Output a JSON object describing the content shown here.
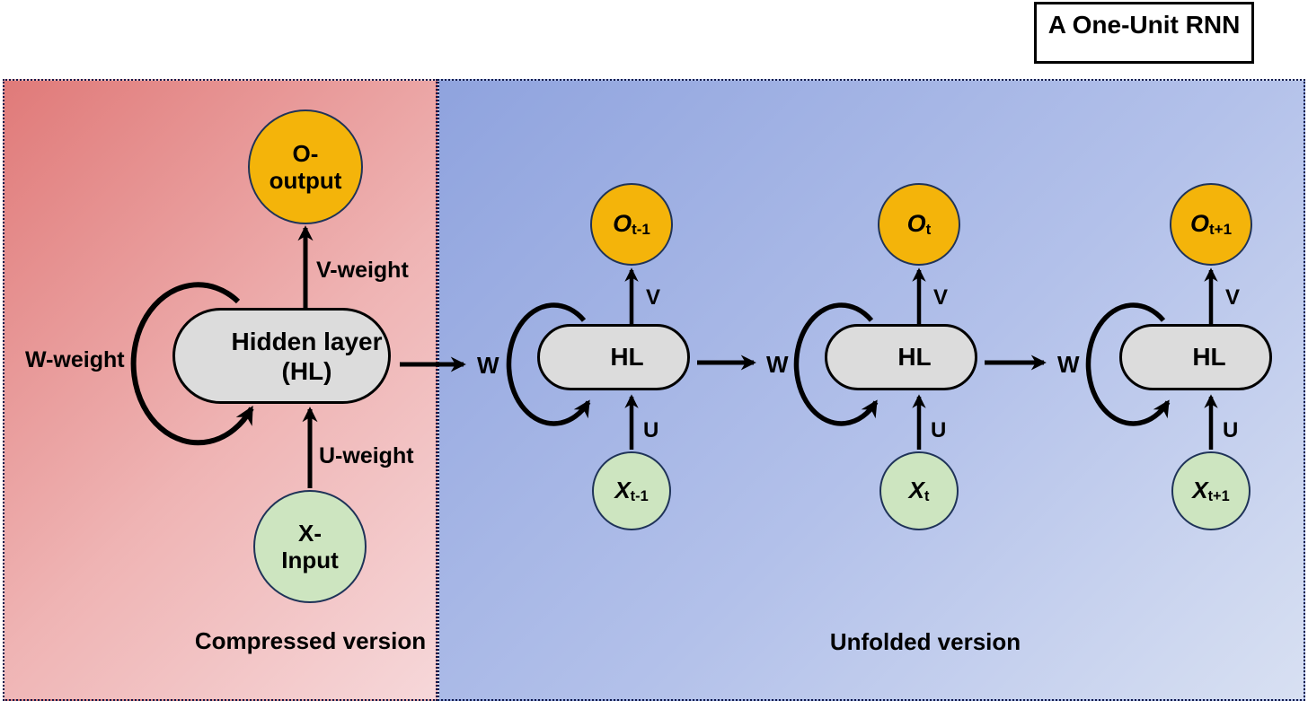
{
  "title": "A One-Unit RNN",
  "colors": {
    "orange": "#f4b40a",
    "green": "#cde5c0",
    "graybox": "#dcdcdc",
    "navy": "#1f3358",
    "dots": "#10194a",
    "pink-from": "#e07a79",
    "pink-to": "#f6d7d9",
    "blue-from": "#8fa3de",
    "blue-to": "#d8e0f2"
  },
  "panels": {
    "compressed": {
      "caption": "Compressed version",
      "output_node": {
        "line1": "O-",
        "line2": "output"
      },
      "hidden_node": {
        "line1": "Hidden layer",
        "line2": "(HL)"
      },
      "input_node": {
        "line1": "X-",
        "line2": "Input"
      },
      "v_label": "V-weight",
      "u_label": "U-weight",
      "w_label": "W-weight"
    },
    "unfolded": {
      "caption": "Unfolded version",
      "w_transition_labels": [
        "W",
        "W",
        "W"
      ],
      "units": [
        {
          "o_main": "O",
          "o_sub": "t-1",
          "hl": "HL",
          "x_main": "X",
          "x_sub": "t-1",
          "v": "V",
          "u": "U"
        },
        {
          "o_main": "O",
          "o_sub": "t",
          "hl": "HL",
          "x_main": "X",
          "x_sub": "t",
          "v": "V",
          "u": "U"
        },
        {
          "o_main": "O",
          "o_sub": "t+1",
          "hl": "HL",
          "x_main": "X",
          "x_sub": "t+1",
          "v": "V",
          "u": "U"
        }
      ]
    }
  }
}
